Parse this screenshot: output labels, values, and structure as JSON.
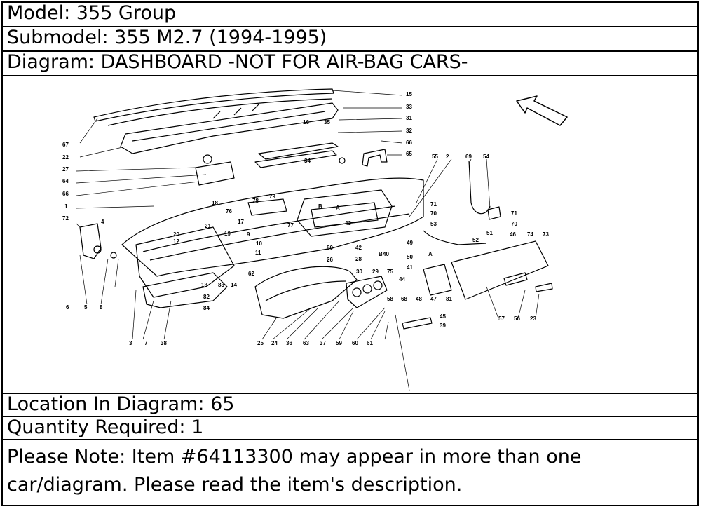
{
  "header": {
    "model_label": "Model:",
    "model_value": "355 Group",
    "submodel_label": "Submodel:",
    "submodel_value": "355 M2.7 (1994-1995)",
    "diagram_label": "Diagram:",
    "diagram_value": "DASHBOARD -NOT FOR AIR-BAG CARS-"
  },
  "details": {
    "location_label": "Location In Diagram:",
    "location_value": "65",
    "quantity_label": "Quantity Required:",
    "quantity_value": "1"
  },
  "note": {
    "text": "Please Note: Item #64113300 may appear in more than one car/diagram. Please read the item's description."
  },
  "diagram": {
    "callouts": [
      "15",
      "33",
      "31",
      "32",
      "66",
      "65",
      "16",
      "35",
      "67",
      "22",
      "27",
      "64",
      "66",
      "1",
      "72",
      "4",
      "34",
      "55",
      "2",
      "69",
      "54",
      "79",
      "78",
      "18",
      "76",
      "17",
      "77",
      "20",
      "21",
      "19",
      "12",
      "9",
      "10",
      "11",
      "B",
      "A",
      "43",
      "71",
      "70",
      "71",
      "70",
      "53",
      "51",
      "52",
      "46",
      "74",
      "73",
      "42",
      "28",
      "49",
      "50",
      "B",
      "A",
      "40",
      "41",
      "44",
      "68",
      "48",
      "47",
      "81",
      "80",
      "26",
      "62",
      "14",
      "13",
      "83",
      "82",
      "84",
      "6",
      "5",
      "8",
      "3",
      "7",
      "38",
      "30",
      "29",
      "75",
      "58",
      "45",
      "39",
      "57",
      "56",
      "23",
      "25",
      "24",
      "36",
      "63",
      "37",
      "59",
      "60",
      "61"
    ]
  }
}
